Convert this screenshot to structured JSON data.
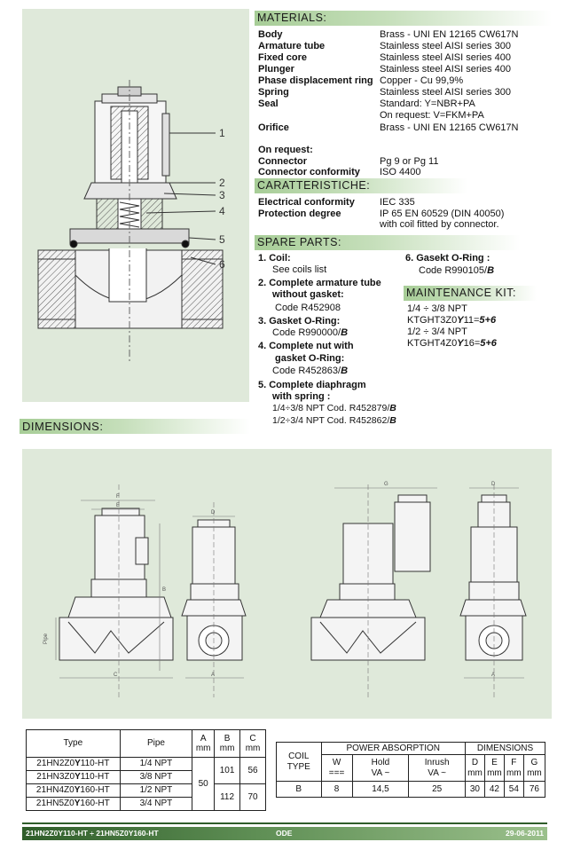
{
  "materials": {
    "header": "MATERIALS:",
    "rows": [
      {
        "key": "Body",
        "value": "Brass - UNI EN 12165 CW617N"
      },
      {
        "key": "Armature tube",
        "value": "Stainless steel AISI series 300"
      },
      {
        "key": "Fixed core",
        "value": "Stainless steel AISI series 400"
      },
      {
        "key": "Plunger",
        "value": "Stainless steel AISI series 400"
      },
      {
        "key": "Phase displacement ring",
        "value": "Copper - Cu 99,9%"
      },
      {
        "key": "Spring",
        "value": "Stainless steel AISI series 300"
      },
      {
        "key": "Seal",
        "value": "Standard:     Y=NBR+PA"
      },
      {
        "key": "",
        "value": "On request: V=FKM+PA"
      },
      {
        "key": "Orifice",
        "value": "Brass - UNI EN 12165 CW617N"
      }
    ],
    "on_request_label": "On request:",
    "connector_key": "Connector",
    "connector_value": "Pg 9 or Pg 11",
    "conformity_key": "Connector conformity",
    "conformity_value": "ISO 4400"
  },
  "caratteristiche": {
    "header": "CARATTERISTICHE:",
    "electrical_key": "Electrical conformity",
    "electrical_value": "IEC 335",
    "protection_key": "Protection degree",
    "protection_value": "IP 65 EN 60529 (DIN 40050)",
    "protection_note": "with coil fitted by connector."
  },
  "spare_parts": {
    "header": "SPARE PARTS:",
    "item1_title": "1.  Coil:",
    "item1_line": "See coils list",
    "item2_title_a": "2.  Complete armature tube",
    "item2_title_b": "without gasket:",
    "item2_code": "Code  R452908",
    "item3_title": "3.  Gasket O-Ring:",
    "item3_code": "Code R990000/",
    "item3_suffix": "B",
    "item4_title_a": "4.   Complete nut with",
    "item4_title_b": "gasket O-Ring:",
    "item4_code": "Code R452863/",
    "item4_suffix": "B",
    "item5_title_a": "5.  Complete diaphragm",
    "item5_title_b": "with spring :",
    "item5_line1": "1/4÷3/8 NPT   Cod. R452879/",
    "item5_line1_suffix": "B",
    "item5_line2": "1/2÷3/4 NPT   Cod. R452862/",
    "item5_line2_suffix": "B",
    "item6_title": "6.  Gasekt O-Ring :",
    "item6_code": "Code R990105/",
    "item6_suffix": "B"
  },
  "maintenance": {
    "header": "MAINTENANCE KIT:",
    "line1": "1/4 ÷ 3/8 NPT",
    "line2_prefix": "KTGHT3Z0",
    "line2_y": "Y",
    "line2_mid": "11=",
    "line2_suffix": "5+6",
    "line3": "1/2 ÷ 3/4 NPT",
    "line4_prefix": "KTGHT4Z0",
    "line4_y": "Y",
    "line4_mid": "16=",
    "line4_suffix": "5+6"
  },
  "drawing": {
    "callouts": [
      "1",
      "2",
      "3",
      "4",
      "5",
      "6"
    ],
    "dim_labels": [
      "F",
      "E",
      "B",
      "Pipe",
      "C",
      "D",
      "A",
      "G",
      "D",
      "A"
    ]
  },
  "dimensions_header": "DIMENSIONS:",
  "type_table": {
    "headers": {
      "type": "Type",
      "pipe": "Pipe",
      "a": "A",
      "b": "B",
      "c": "C",
      "unit": "mm"
    },
    "rows": [
      {
        "prefix": "21HN2Z0",
        "y": "Y",
        "suffix": "110-HT",
        "pipe": "1/4 NPT"
      },
      {
        "prefix": "21HN3Z0",
        "y": "Y",
        "suffix": "110-HT",
        "pipe": "3/8 NPT"
      },
      {
        "prefix": "21HN4Z0",
        "y": "Y",
        "suffix": "160-HT",
        "pipe": "1/2 NPT"
      },
      {
        "prefix": "21HN5Z0",
        "y": "Y",
        "suffix": "160-HT",
        "pipe": "3/4 NPT"
      }
    ],
    "a_value": "50",
    "b_values": [
      "101",
      "112"
    ],
    "c_values": [
      "56",
      "70"
    ]
  },
  "power_table": {
    "coil_header_a": "COIL",
    "coil_header_b": "TYPE",
    "power_header": "POWER ABSORPTION",
    "dims_header": "DIMENSIONS",
    "w": "W",
    "w_unit": "===",
    "hold": "Hold",
    "hold_unit": "VA ~",
    "inrush": "Inrush",
    "inrush_unit": "VA ~",
    "d": "D",
    "e": "E",
    "f": "F",
    "g": "G",
    "unit": "mm",
    "row": {
      "coil": "B",
      "w": "8",
      "hold": "14,5",
      "inrush": "25",
      "d": "30",
      "e": "42",
      "f": "54",
      "g": "76"
    }
  },
  "footer": {
    "left": "21HN2Z0Y110-HT ÷ 21HN5Z0Y160-HT",
    "center": "ODE",
    "right": "29-06-2011"
  },
  "colors": {
    "panel": "#dfe9da",
    "header_green": "#a7cd97",
    "footer_green": "#2f5d2a"
  }
}
